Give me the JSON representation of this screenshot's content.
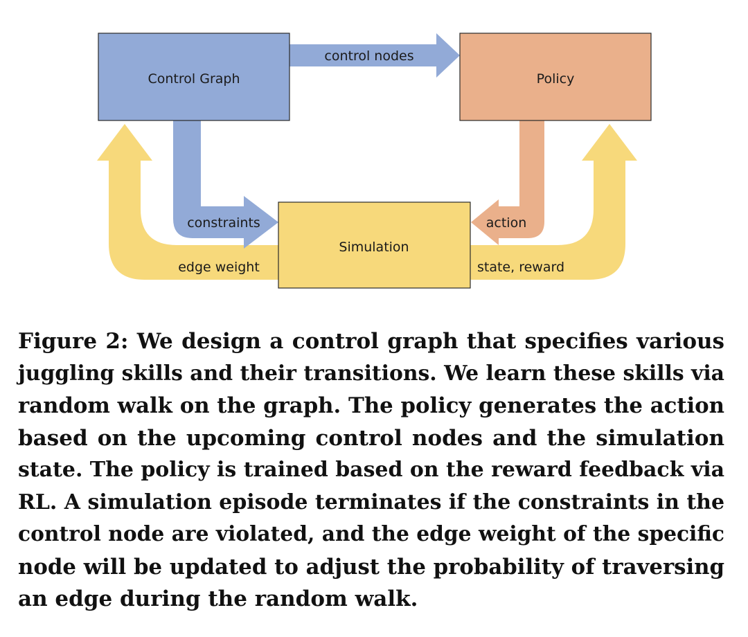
{
  "diagram": {
    "boxes": {
      "control_graph": "Control Graph",
      "policy": "Policy",
      "simulation": "Simulation"
    },
    "arrows": {
      "control_nodes": "control nodes",
      "constraints": "constraints",
      "action": "action",
      "edge_weight": "edge weight",
      "state_reward": "state, reward"
    },
    "colors": {
      "blue_box": "#92aad7",
      "orange_box": "#eab08b",
      "yellow_box": "#f7d97b",
      "blue_arrow": "#92aad7",
      "orange_arrow": "#eab08b",
      "yellow_arrow": "#f7d97b"
    }
  },
  "caption": {
    "lines": [
      "Figure 2: We design a control graph that specifies various",
      "juggling skills and their transitions. We learn these skills via",
      "random walk on the graph. The policy generates the action",
      "based on the upcoming control nodes and the simulation",
      "state. The policy is trained based on the reward feedback via",
      "RL. A simulation episode terminates if the constraints in the",
      "control node are violated, and the edge weight of the specific",
      "node will be updated to adjust the probability of traversing",
      "an edge during the random walk."
    ]
  }
}
